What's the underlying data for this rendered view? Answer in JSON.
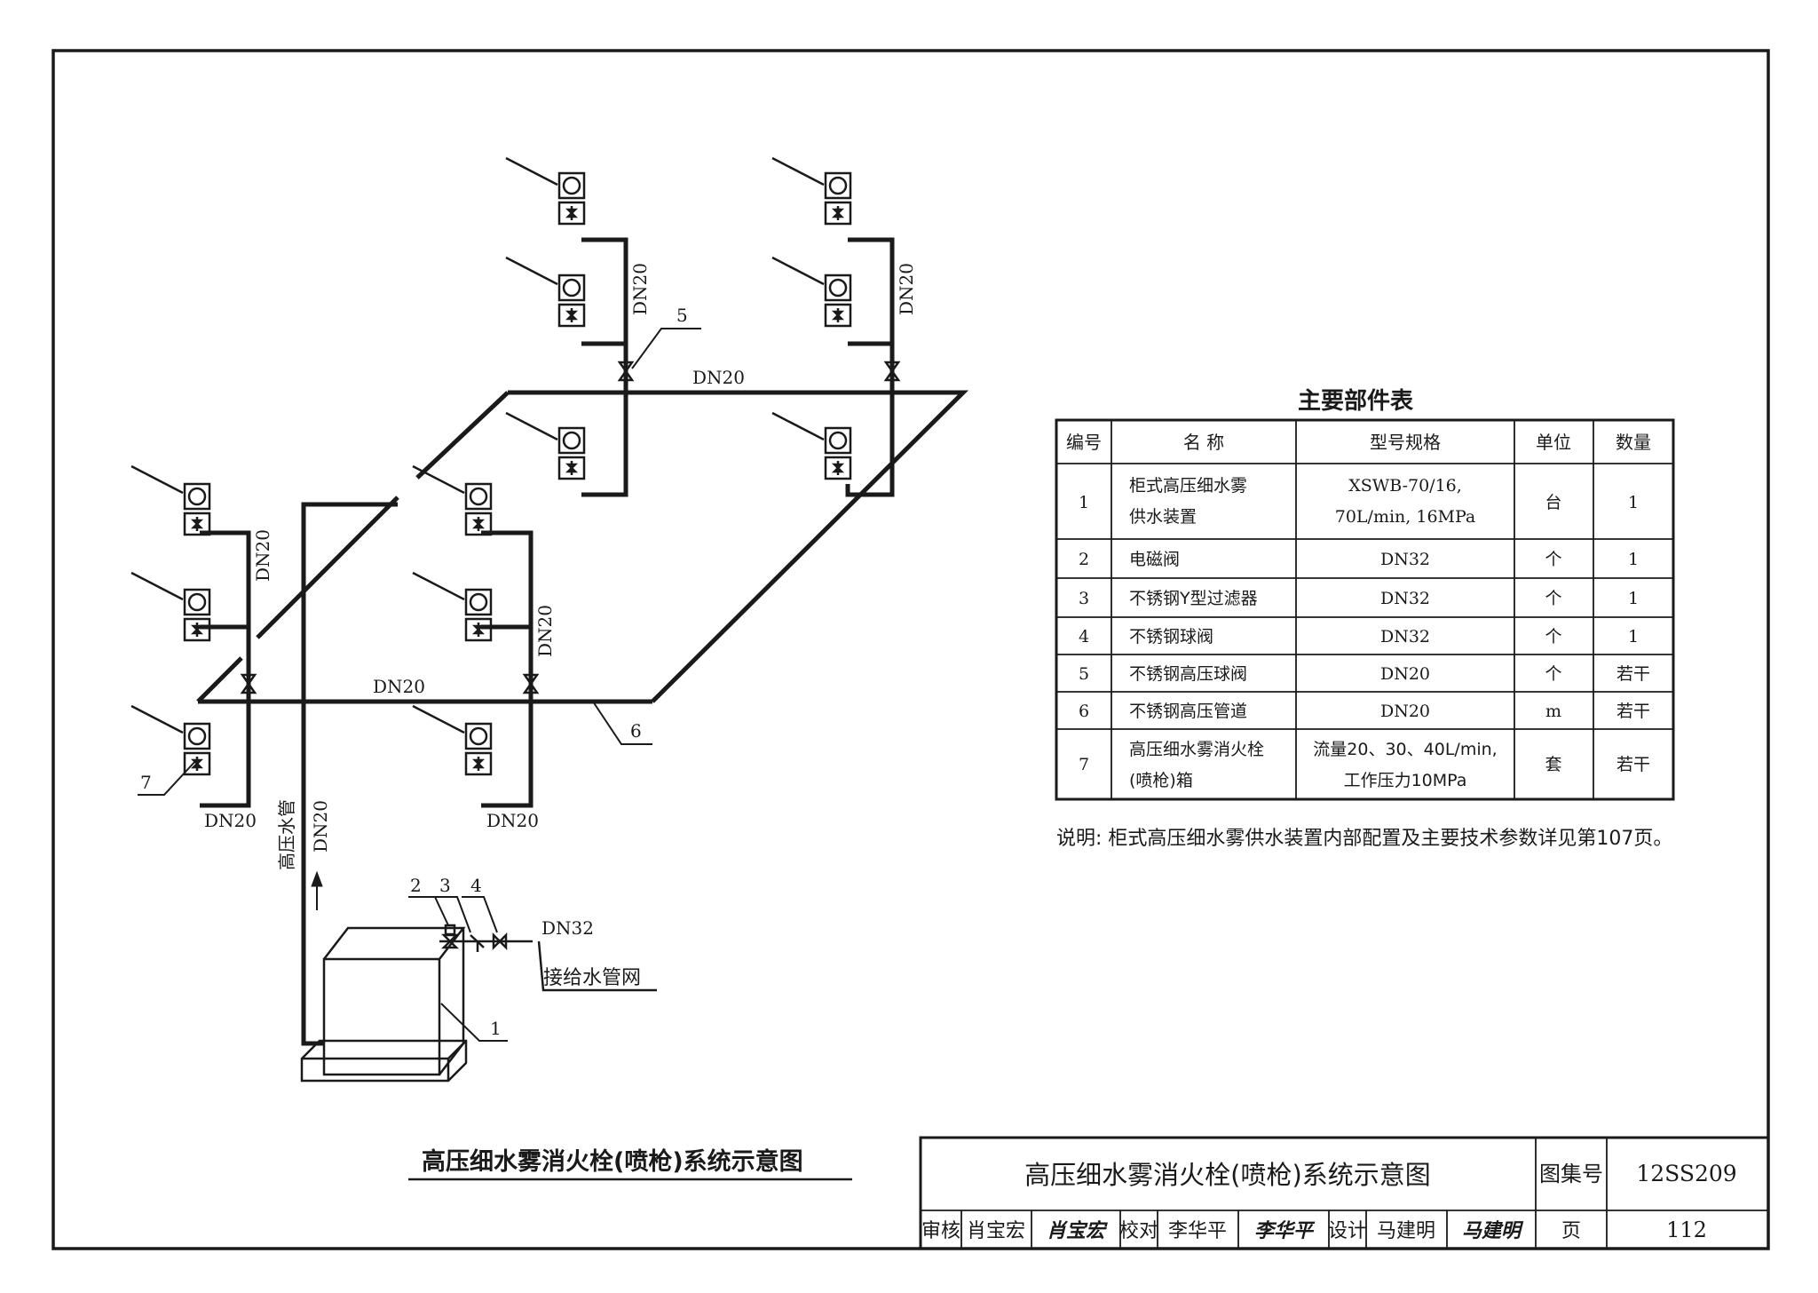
{
  "drawing": {
    "labels": {
      "dn20": "DN20",
      "dn32": "DN32",
      "pressure_pipe": "高压水管",
      "supply_network": "接给水管网"
    },
    "callouts": [
      "1",
      "2",
      "3",
      "4",
      "5",
      "6",
      "7"
    ],
    "caption": "高压细水雾消火栓(喷枪)系统示意图"
  },
  "parts_table": {
    "title": "主要部件表",
    "headers": [
      "编号",
      "名  称",
      "型号规格",
      "单位",
      "数量"
    ],
    "rows": [
      {
        "no": "1",
        "name": [
          "柜式高压细水雾",
          "供水装置"
        ],
        "spec": [
          "XSWB-70/16,",
          "70L/min, 16MPa"
        ],
        "unit": "台",
        "qty": "1"
      },
      {
        "no": "2",
        "name": [
          "电磁阀"
        ],
        "spec": [
          "DN32"
        ],
        "unit": "个",
        "qty": "1"
      },
      {
        "no": "3",
        "name": [
          "不锈钢Y型过滤器"
        ],
        "spec": [
          "DN32"
        ],
        "unit": "个",
        "qty": "1"
      },
      {
        "no": "4",
        "name": [
          "不锈钢球阀"
        ],
        "spec": [
          "DN32"
        ],
        "unit": "个",
        "qty": "1"
      },
      {
        "no": "5",
        "name": [
          "不锈钢高压球阀"
        ],
        "spec": [
          "DN20"
        ],
        "unit": "个",
        "qty": "若干"
      },
      {
        "no": "6",
        "name": [
          "不锈钢高压管道"
        ],
        "spec": [
          "DN20"
        ],
        "unit": "m",
        "qty": "若干"
      },
      {
        "no": "7",
        "name": [
          "高压细水雾消火栓",
          "(喷枪)箱"
        ],
        "spec": [
          "流量20、30、40L/min,",
          "工作压力10MPa"
        ],
        "unit": "套",
        "qty": "若干"
      }
    ]
  },
  "note": "说明: 柜式高压细水雾供水装置内部配置及主要技术参数详见第107页。",
  "title_block": {
    "title": "高压细水雾消火栓(喷枪)系统示意图",
    "atlas_label": "图集号",
    "atlas_no": "12SS209",
    "review_label": "审核",
    "reviewer": "肖宝宏",
    "reviewer_sign": "肖宝宏",
    "check_label": "校对",
    "checker": "李华平",
    "checker_sign": "李华平",
    "design_label": "设计",
    "designer": "马建明",
    "designer_sign": "马建明",
    "page_label": "页",
    "page_no": "112"
  }
}
